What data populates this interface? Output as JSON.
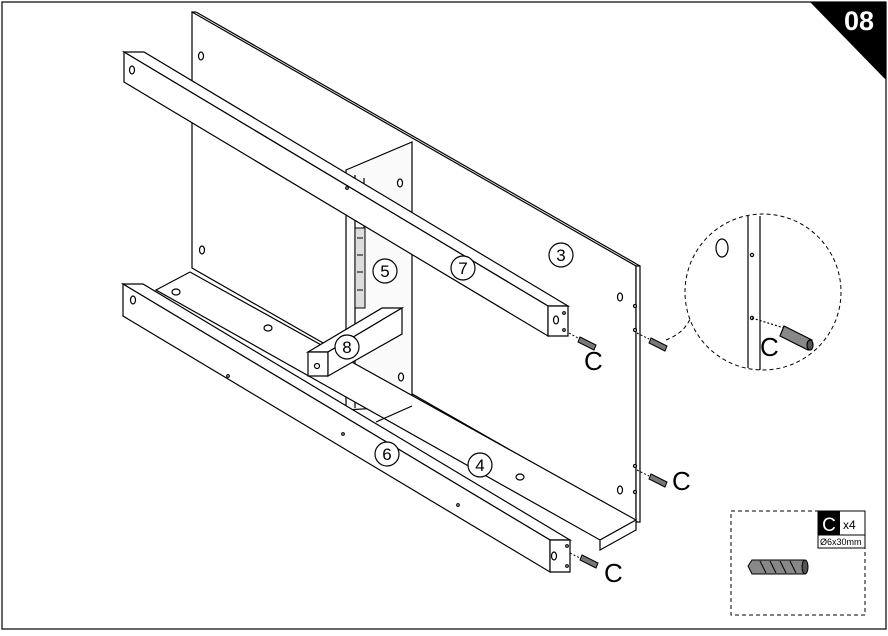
{
  "step": {
    "number": "08",
    "badge_color": "#000000",
    "text_color": "#ffffff"
  },
  "parts": {
    "p3": "3",
    "p4": "4",
    "p5": "5",
    "p6": "6",
    "p7": "7",
    "p8": "8"
  },
  "dowel_labels": {
    "upper": "C",
    "middle": "C",
    "lower": "C",
    "zoom": "C"
  },
  "hardware_box": {
    "letter": "C",
    "quantity": "x4",
    "size": "Ø6x30mm",
    "icon": "wooden-dowel-icon"
  },
  "colors": {
    "line": "#000000",
    "panel": "#ffffff",
    "shade": "#f4f4f4"
  }
}
